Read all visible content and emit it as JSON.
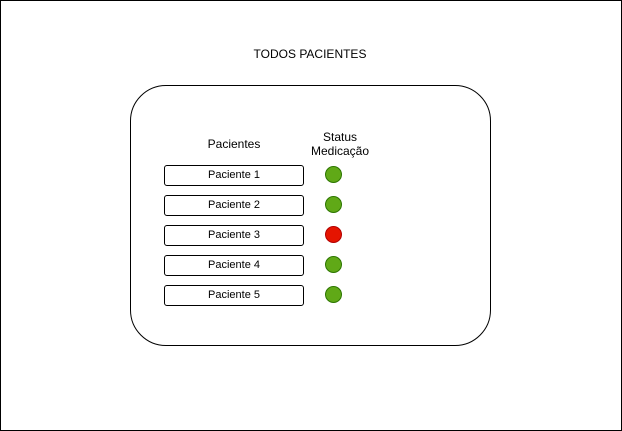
{
  "page": {
    "title": "TODOS PACIENTES"
  },
  "table": {
    "patients_header": "Pacientes",
    "status_header_line1": "Status",
    "status_header_line2": "Medicação"
  },
  "colors": {
    "ok": "#60a917",
    "ok_border": "#2d7600",
    "alert": "#e51400",
    "alert_border": "#b20000"
  },
  "patients": [
    {
      "label": "Paciente 1",
      "status": "ok"
    },
    {
      "label": "Paciente 2",
      "status": "ok"
    },
    {
      "label": "Paciente 3",
      "status": "alert"
    },
    {
      "label": "Paciente 4",
      "status": "ok"
    },
    {
      "label": "Paciente 5",
      "status": "ok"
    }
  ]
}
